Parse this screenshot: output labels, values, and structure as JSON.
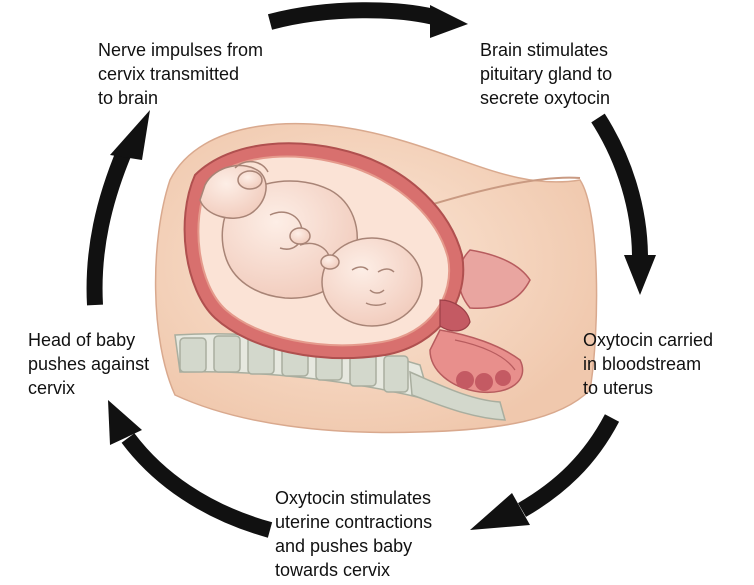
{
  "steps": [
    {
      "lines": [
        "Nerve impulses from",
        "cervix transmitted",
        "to brain"
      ]
    },
    {
      "lines": [
        "Brain stimulates",
        "pituitary gland to",
        "secrete oxytocin"
      ]
    },
    {
      "lines": [
        "Oxytocin carried",
        "in bloodstream",
        "to uterus"
      ]
    },
    {
      "lines": [
        "Oxytocin stimulates",
        "uterine contractions",
        "and pushes baby",
        "towards cervix"
      ]
    },
    {
      "lines": [
        "Head of baby",
        "pushes against",
        "cervix"
      ]
    }
  ],
  "colors": {
    "arrow": "#111111",
    "skin": "#f6d6c0",
    "skin_shadow": "#e9b79c",
    "uterus_wall": "#d8706e",
    "uterus_inner": "#f2b6a6",
    "fluid": "#fbe3d6",
    "spine": "#d3d8cc",
    "spine_outline": "#a9ae9f",
    "tissue": "#c45a63",
    "baby": "#f7dcd0",
    "baby_outline": "#a88476"
  }
}
